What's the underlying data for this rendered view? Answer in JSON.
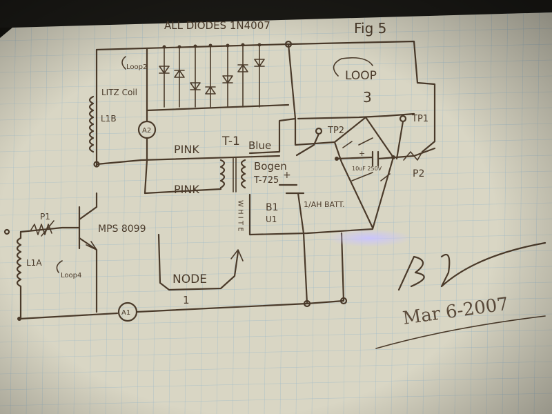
{
  "header": {
    "note": "ALL DIODES 1N4007",
    "figure": "Fig 5"
  },
  "labels": {
    "loop2": "Loop2",
    "litz_coil": "LITZ Coil",
    "l1b": "L1B",
    "a2": "A2",
    "loop3": "LOOP",
    "loop3_num": "3",
    "t1": "T-1",
    "blue": "Blue",
    "pink_top": "PINK",
    "pink_bottom": "PINK",
    "bogen": "Bogen",
    "t725": "T-725",
    "plus_batt": "+",
    "b1": "B1",
    "u1": "U1",
    "batt": "1/AH BATT.",
    "white": "W H I T E",
    "tp1": "TP1",
    "tp2": "TP2",
    "p2": "P2",
    "cap": "10uF 250V",
    "cap_plus": "+",
    "p1": "P1",
    "mps": "MPS 8099",
    "l1a": "L1A",
    "loop4": "Loop4",
    "node": "NODE",
    "node_num": "1",
    "a1": "A1"
  },
  "signature": {
    "initials": "BD",
    "date": "Mar 6-2007"
  },
  "colors": {
    "paper": "#d9d6c4",
    "ink": "#4a3a2a",
    "grid": "#9ab8c8",
    "glare": "#b9b2ff"
  }
}
